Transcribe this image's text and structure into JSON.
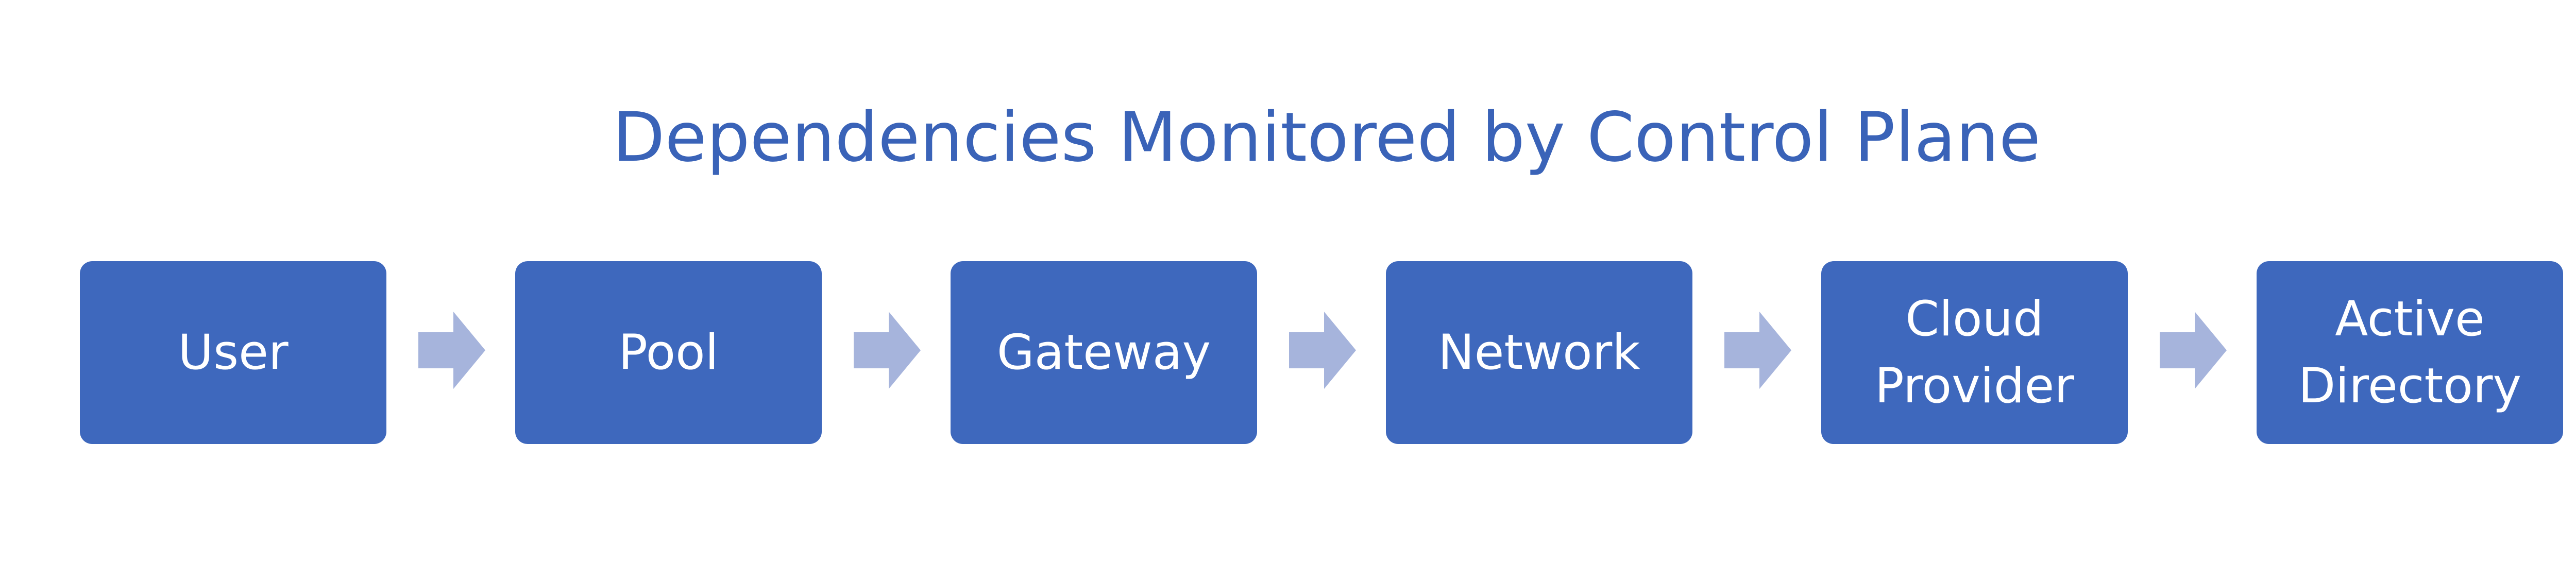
{
  "diagram": {
    "title": "Dependencies Monitored by Control Plane",
    "nodes": [
      {
        "label": "User"
      },
      {
        "label": "Pool"
      },
      {
        "label": "Gateway"
      },
      {
        "label": "Network"
      },
      {
        "label": "Cloud\nProvider"
      },
      {
        "label": "Active\nDirectory"
      }
    ],
    "colors": {
      "title": "#3a63b8",
      "node_fill": "#3e68bd",
      "node_text": "#ffffff",
      "arrow_fill": "#a6b4dc",
      "background": "#ffffff"
    },
    "icons": {
      "connector": "right-arrow-icon"
    }
  }
}
